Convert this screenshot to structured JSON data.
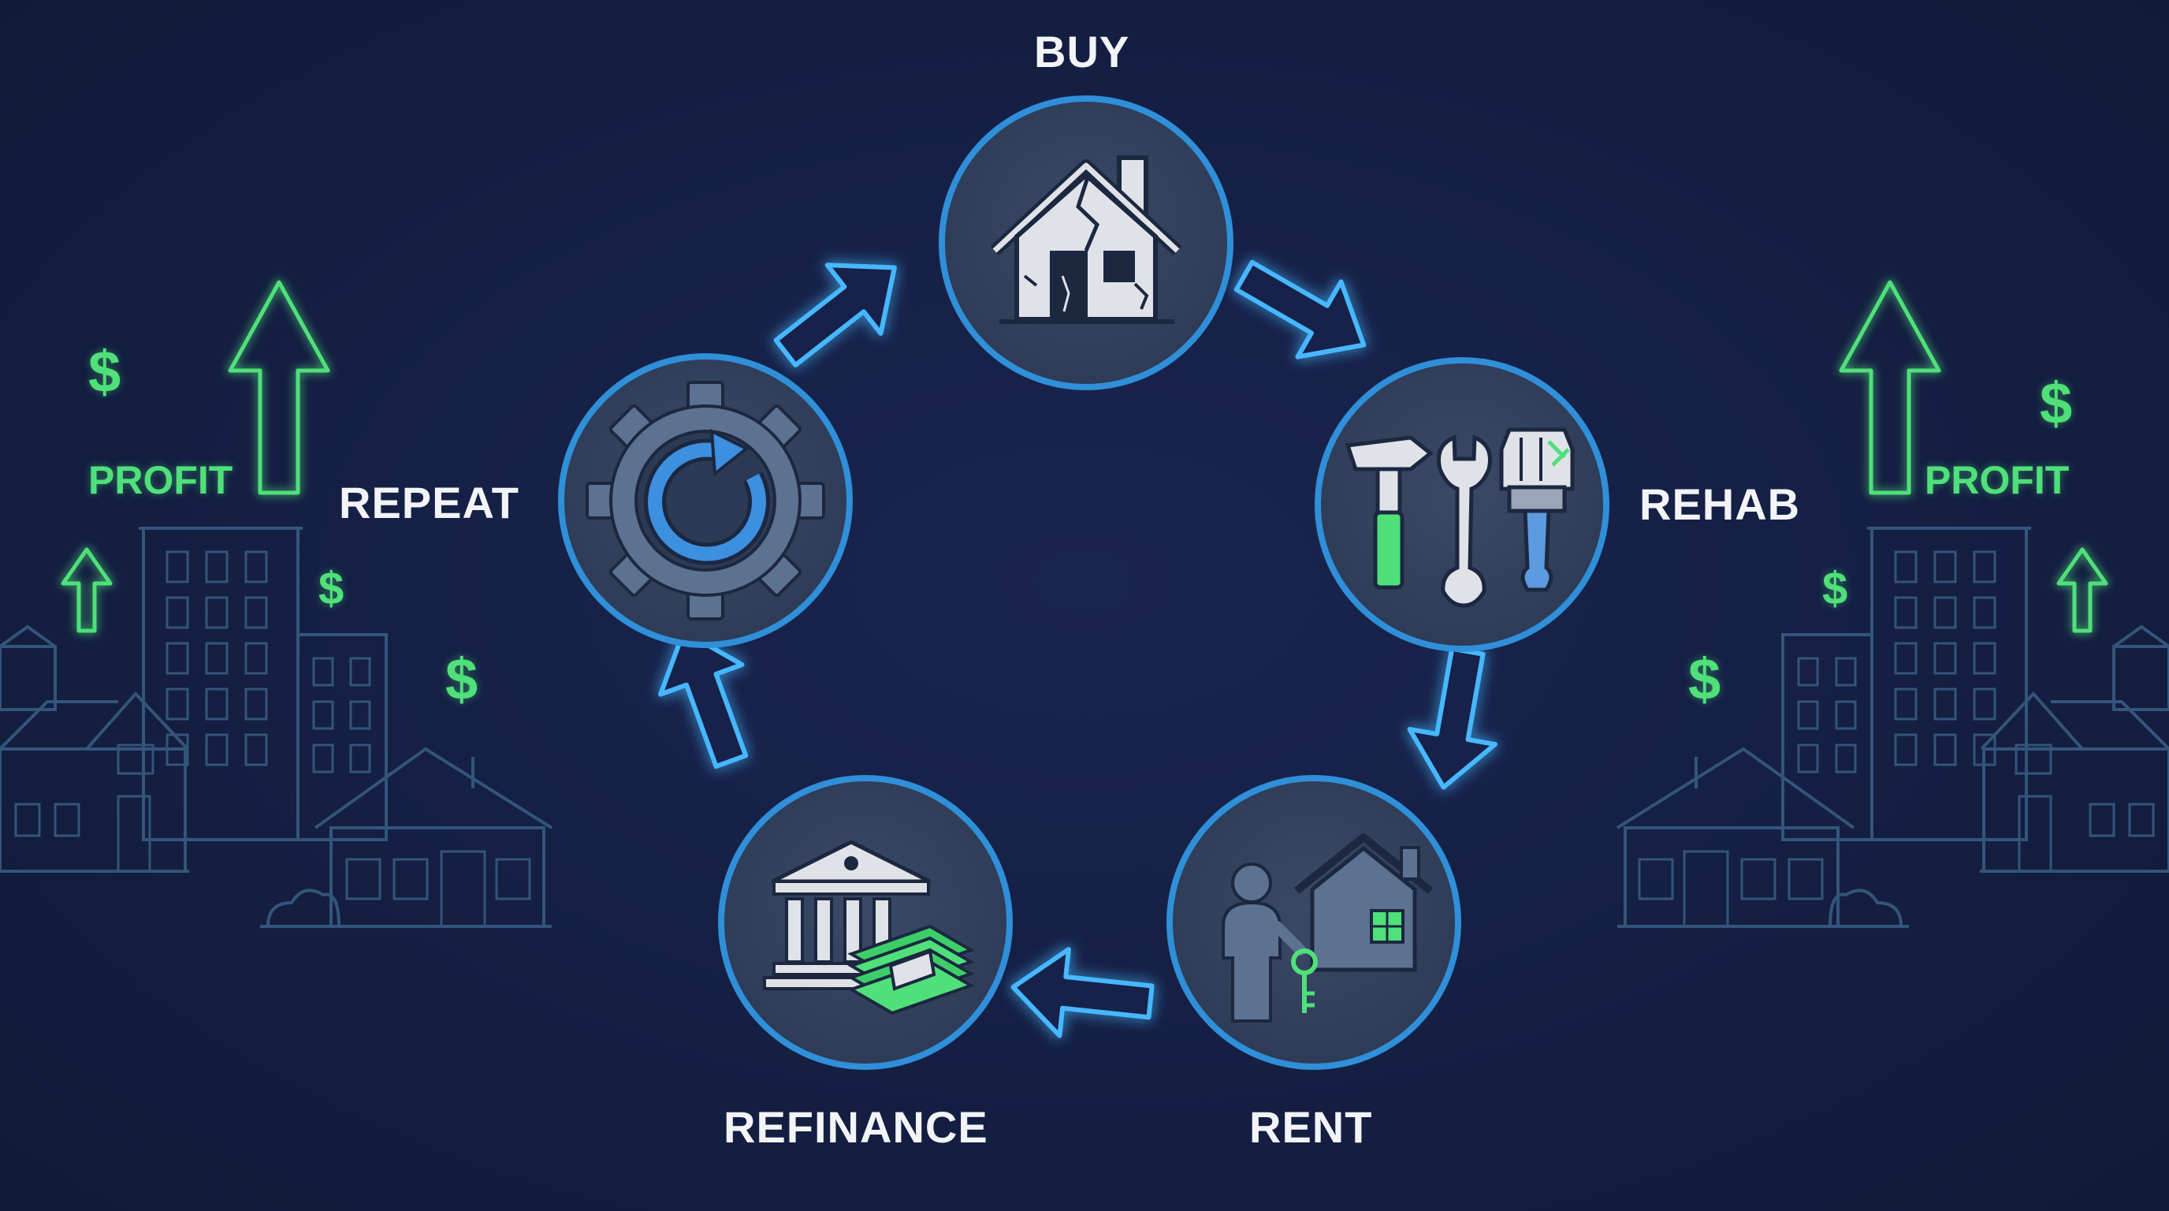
{
  "cycle": {
    "stages": [
      {
        "id": "buy",
        "label": "BUY",
        "icon": "cracked-house-icon"
      },
      {
        "id": "rehab",
        "label": "REHAB",
        "icon": "tools-icon"
      },
      {
        "id": "rent",
        "label": "RENT",
        "icon": "tenant-house-key-icon"
      },
      {
        "id": "refinance",
        "label": "REFINANCE",
        "icon": "bank-cash-icon"
      },
      {
        "id": "repeat",
        "label": "REPEAT",
        "icon": "gear-cycle-icon"
      }
    ],
    "arrow_icon": "glowing-arrow-icon"
  },
  "left_panel": {
    "profit_label": "PROFIT",
    "dollar_symbols": [
      "$",
      "$",
      "$"
    ],
    "icons": [
      "up-arrow-icon",
      "city-buildings-icon"
    ]
  },
  "right_panel": {
    "profit_label": "PROFIT",
    "dollar_symbols": [
      "$",
      "$",
      "$"
    ],
    "icons": [
      "up-arrow-icon",
      "city-buildings-icon"
    ]
  },
  "colors": {
    "background": "#141d3d",
    "node_fill": "#33425d",
    "node_ring": "#2f8fd8",
    "arrow_glow": "#43b4ff",
    "accent_green": "#4fe07a",
    "icon_light": "#e6e9ee",
    "icon_steel": "#5d7291",
    "skyline_line": "#33557a"
  }
}
